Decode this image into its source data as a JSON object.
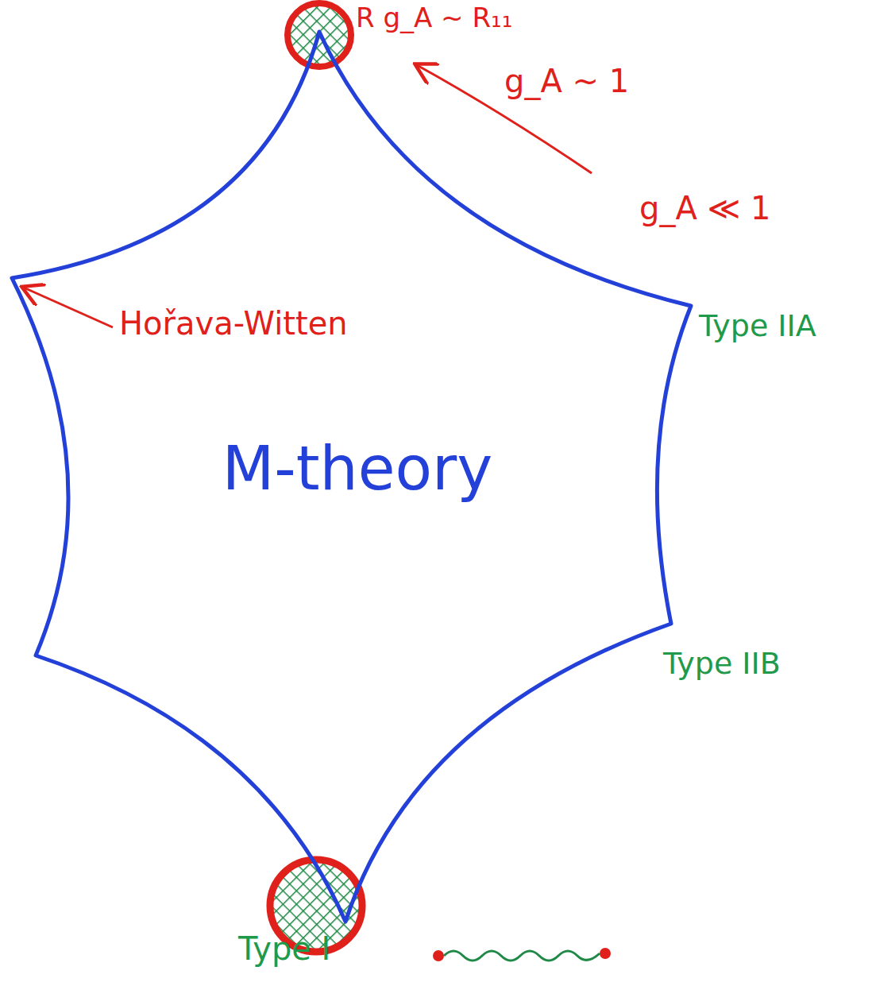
{
  "diagram": {
    "nodes": [
      {
        "text": [
          "M-theory"
        ]
      }
    ],
    "labels": [
      "R g_A ~ R₁₁",
      "g_A ~ 1",
      "g_A ≪ 1",
      "Hořava-Witten",
      "Type IIA",
      "Type IIB",
      "Type I"
    ]
  }
}
